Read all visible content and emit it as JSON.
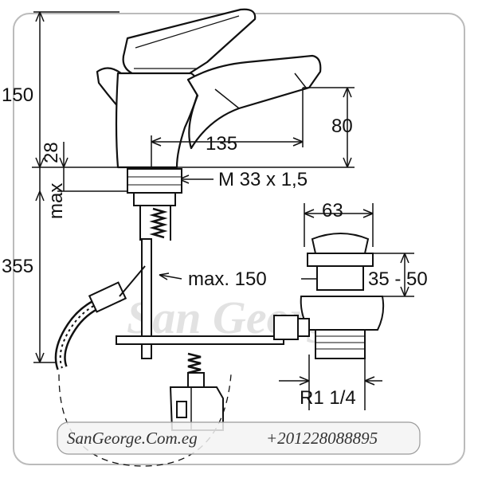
{
  "watermark": "San George",
  "footer": {
    "website": "SanGeorge.Com.eg",
    "phone": "+201228088895"
  },
  "dimensions": {
    "height_total": "150",
    "spout_height": "80",
    "spout_reach": "135",
    "base_height": "28",
    "max_label": "max",
    "thread_spec": "M 33 x 1,5",
    "below_deck": "355",
    "pull_rod": "max. 150",
    "waste_width": "63",
    "waste_range": "35 - 50",
    "waste_thread": "R1 1/4"
  }
}
